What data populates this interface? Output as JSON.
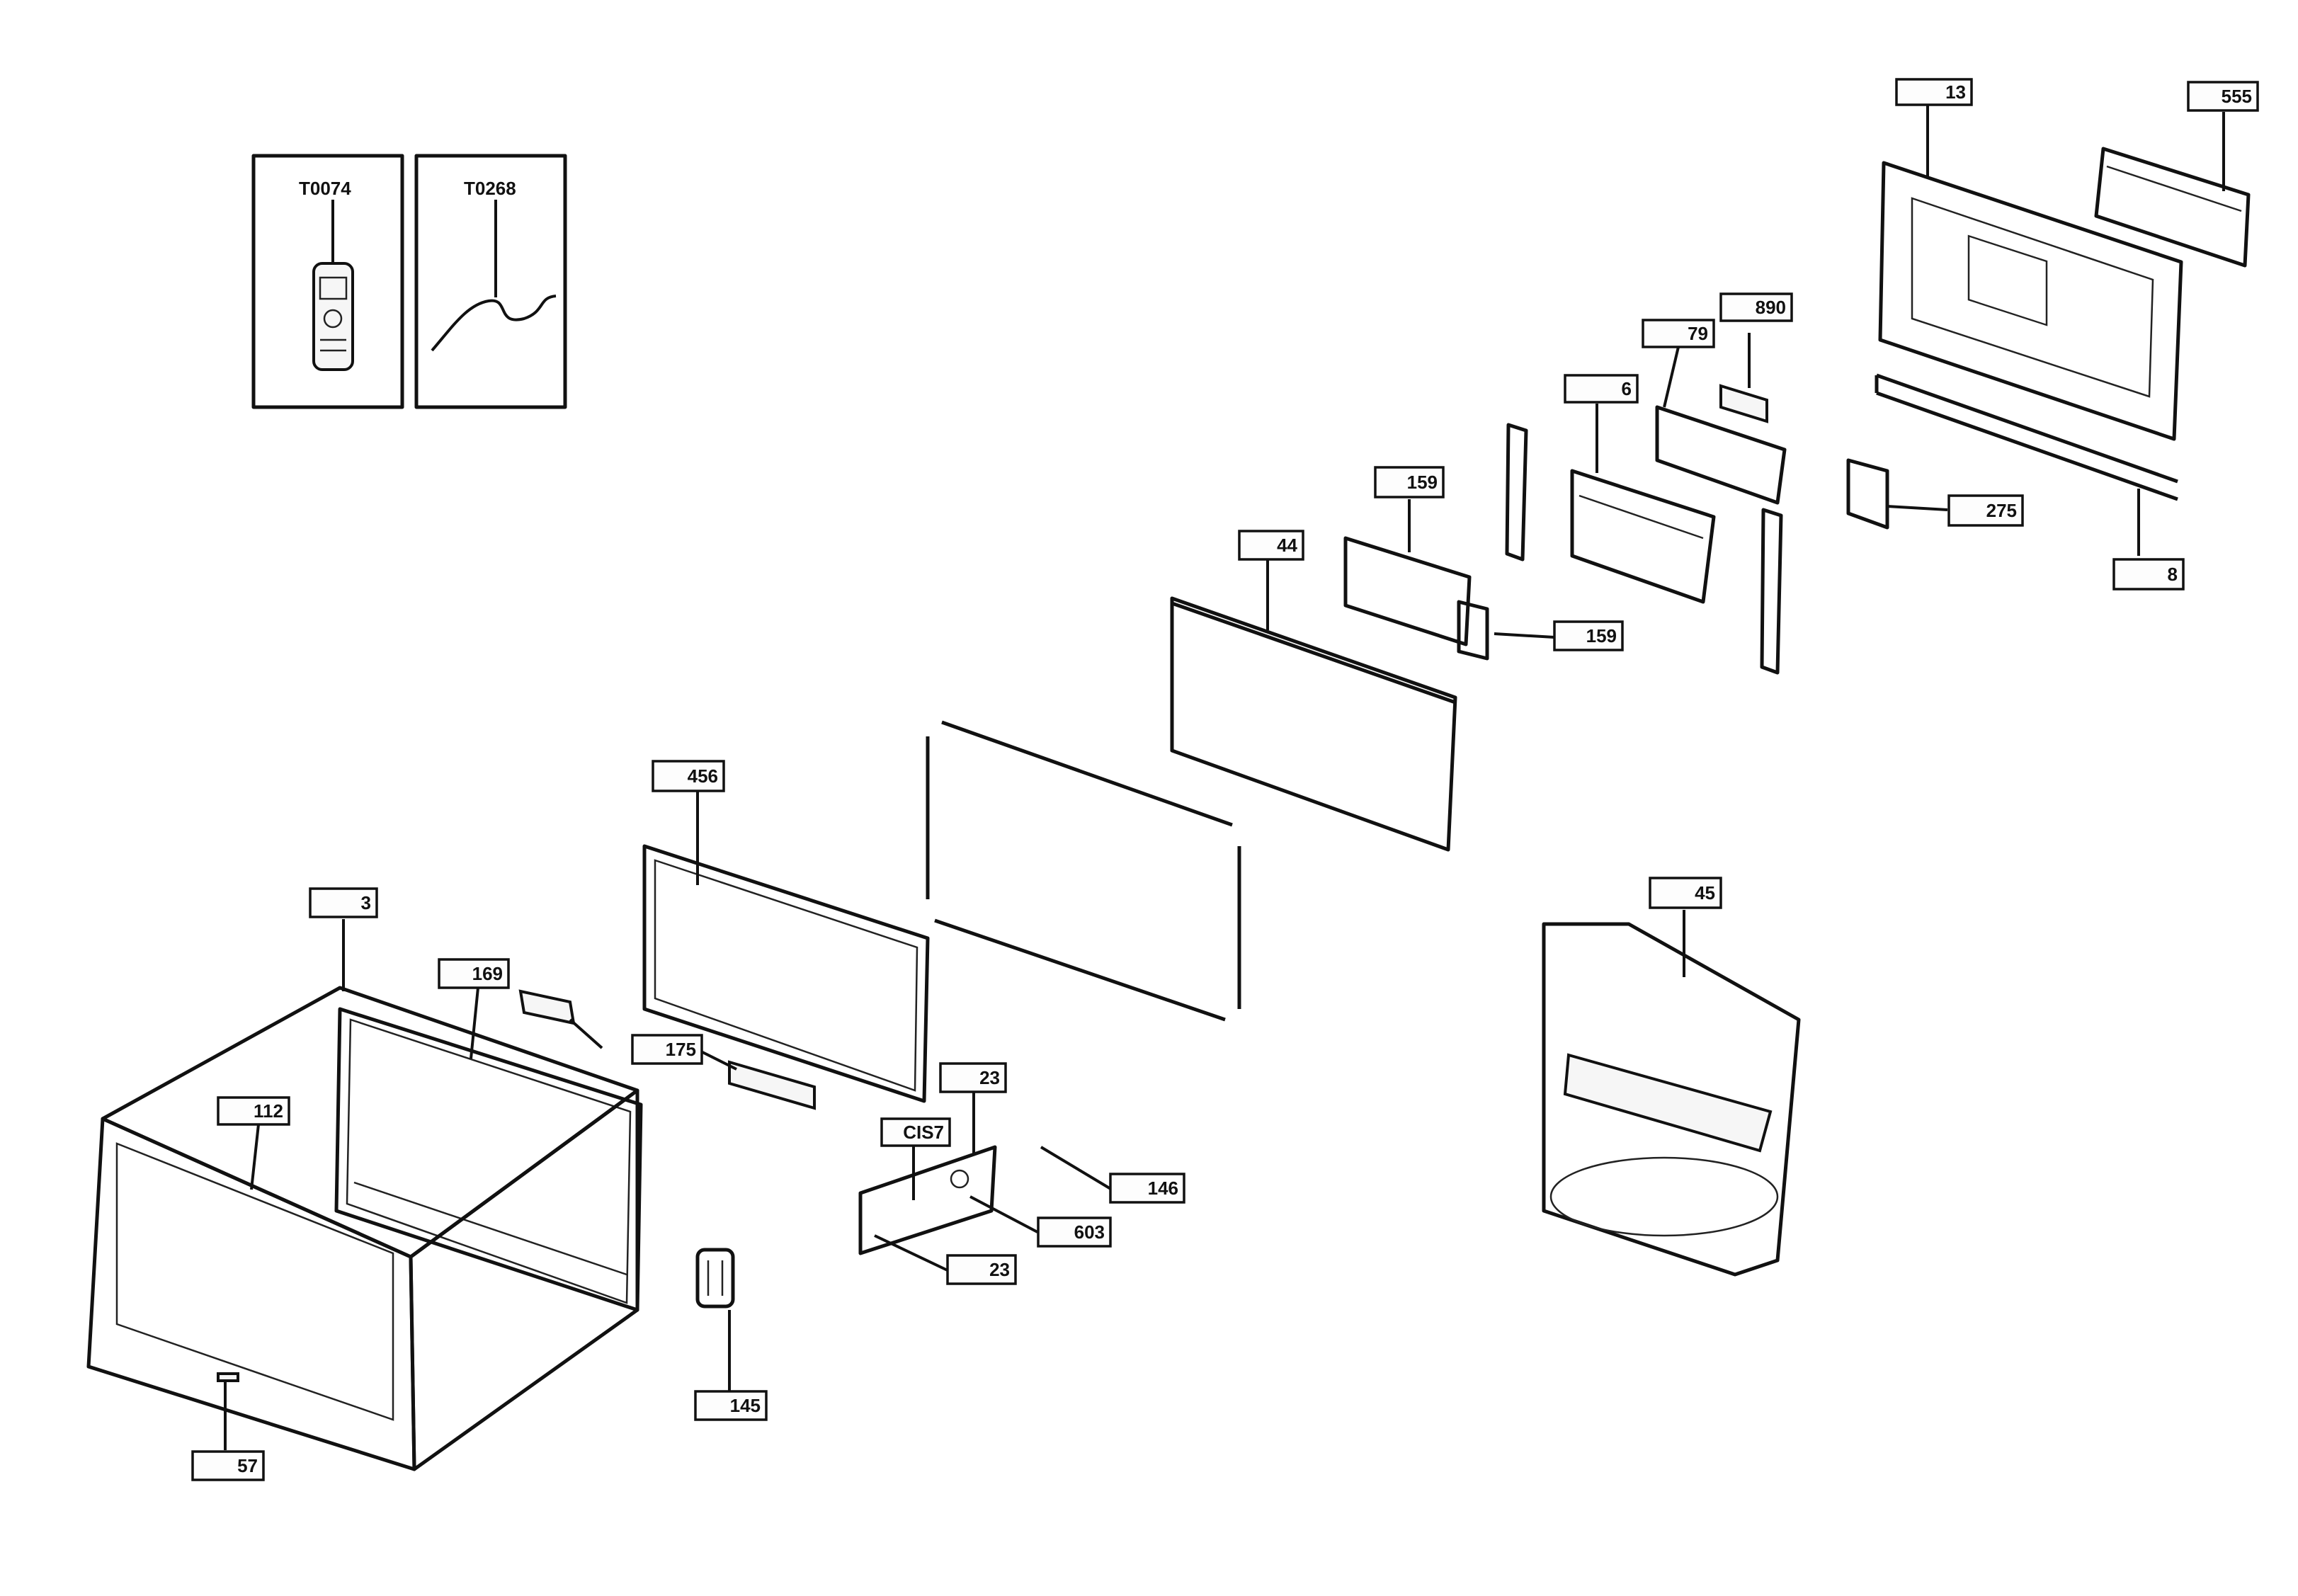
{
  "diagram": {
    "accessory_labels": [
      "T0074",
      "T0268"
    ],
    "callouts": [
      {
        "id": "c13",
        "text": "13"
      },
      {
        "id": "c555",
        "text": "555"
      },
      {
        "id": "c890",
        "text": "890"
      },
      {
        "id": "c79",
        "text": "79"
      },
      {
        "id": "c6",
        "text": "6"
      },
      {
        "id": "c159a",
        "text": "159"
      },
      {
        "id": "c44",
        "text": "44"
      },
      {
        "id": "c159b",
        "text": "159"
      },
      {
        "id": "c275",
        "text": "275"
      },
      {
        "id": "c8",
        "text": "8"
      },
      {
        "id": "c456",
        "text": "456"
      },
      {
        "id": "c3",
        "text": "3"
      },
      {
        "id": "c169",
        "text": "169"
      },
      {
        "id": "c175",
        "text": "175"
      },
      {
        "id": "c112",
        "text": "112"
      },
      {
        "id": "c23a",
        "text": "23"
      },
      {
        "id": "cCIS7",
        "text": "CIS7"
      },
      {
        "id": "c146",
        "text": "146"
      },
      {
        "id": "c603",
        "text": "603"
      },
      {
        "id": "c23b",
        "text": "23"
      },
      {
        "id": "c145a",
        "text": "145"
      },
      {
        "id": "c57",
        "text": "57"
      },
      {
        "id": "c45",
        "text": "45"
      }
    ]
  }
}
